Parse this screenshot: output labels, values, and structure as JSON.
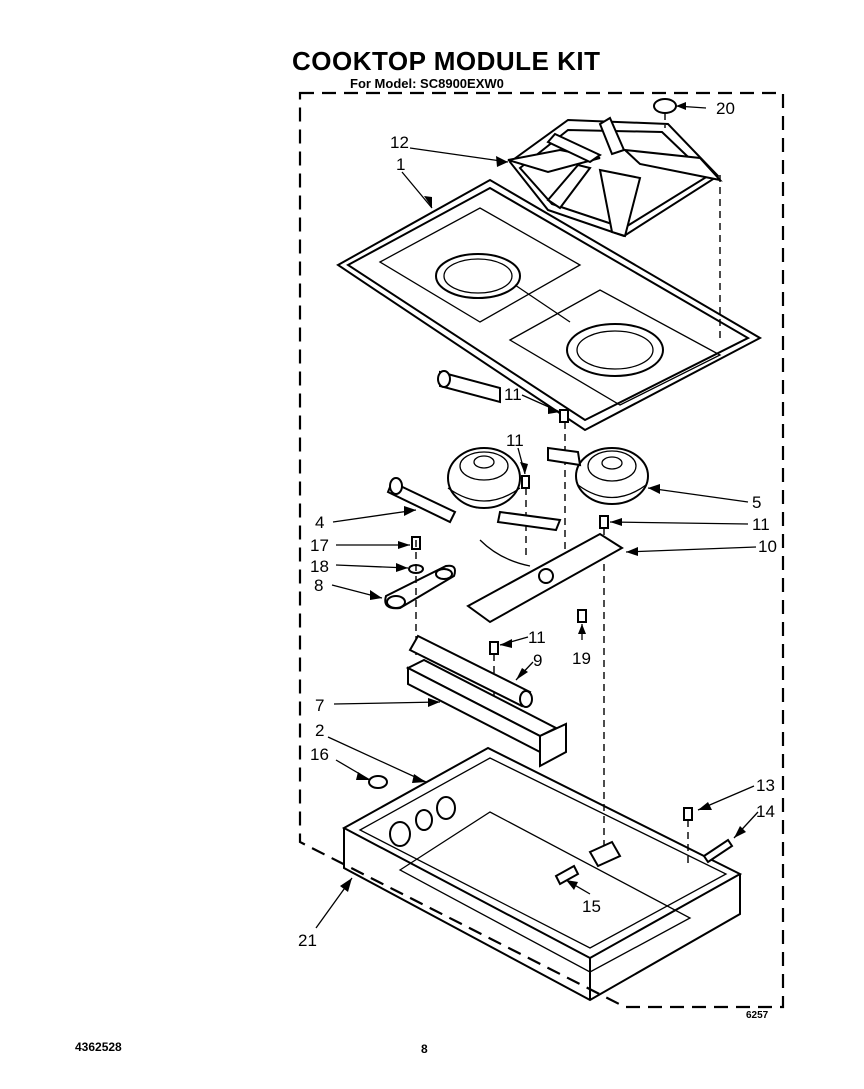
{
  "header": {
    "title": "COOKTOP MODULE KIT",
    "model_line": "For Model: SC8900EXW0"
  },
  "footer": {
    "part_number": "4362528",
    "page_number": "8",
    "figure_code": "6257"
  },
  "callouts": {
    "c1": "1",
    "c2": "2",
    "c4": "4",
    "c5": "5",
    "c7": "7",
    "c8": "8",
    "c9": "9",
    "c10": "10",
    "c11a": "11",
    "c11b": "11",
    "c11c": "11",
    "c11d": "11",
    "c12": "12",
    "c13": "13",
    "c14": "14",
    "c15": "15",
    "c16": "16",
    "c17": "17",
    "c18": "18",
    "c19": "19",
    "c20": "20",
    "c21": "21"
  }
}
